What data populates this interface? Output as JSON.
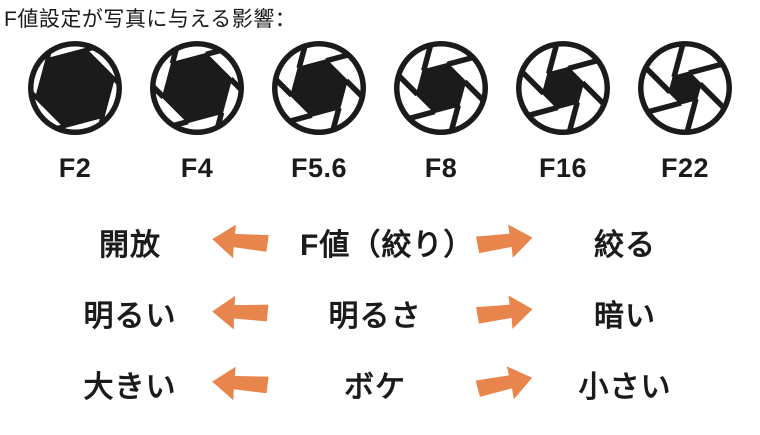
{
  "title": "F値設定が写真に与える影響：",
  "colors": {
    "ink": "#1b1b1b",
    "arrow": "#e8854c",
    "background": "#ffffff"
  },
  "apertures": [
    {
      "label": "F2",
      "opening": 0.85
    },
    {
      "label": "F4",
      "opening": 0.74
    },
    {
      "label": "F5.6",
      "opening": 0.6
    },
    {
      "label": "F8",
      "opening": 0.52
    },
    {
      "label": "F16",
      "opening": 0.43
    },
    {
      "label": "F22",
      "opening": 0.33
    }
  ],
  "rows": [
    {
      "left": "開放",
      "center": "F値（絞り）",
      "right": "絞る"
    },
    {
      "left": "明るい",
      "center": "明るさ",
      "right": "暗い"
    },
    {
      "left": "大きい",
      "center": "ボケ",
      "right": "小さい"
    }
  ]
}
